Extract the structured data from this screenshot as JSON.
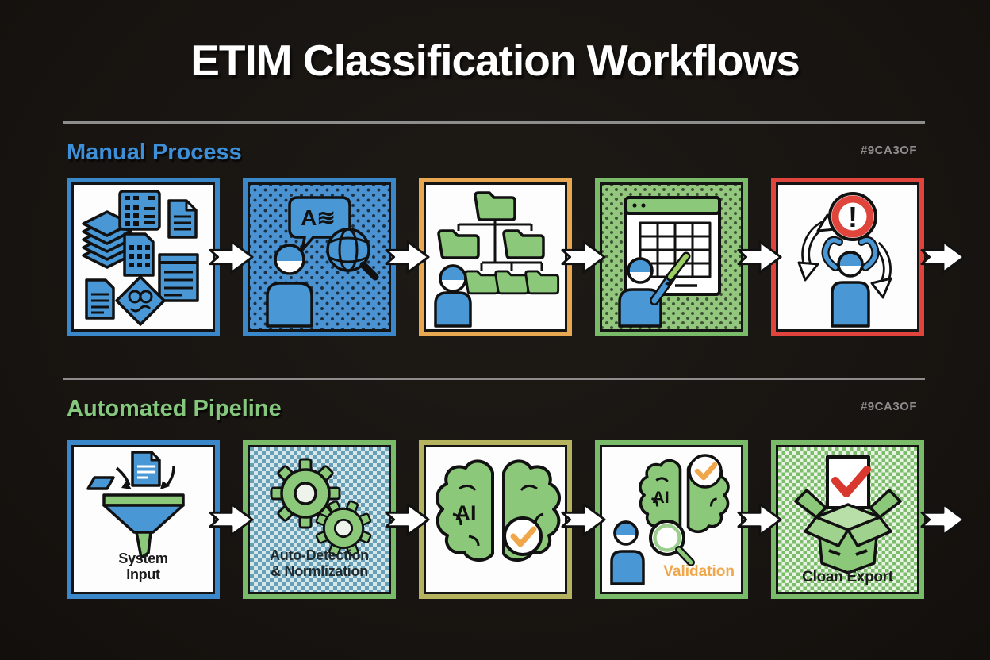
{
  "page": {
    "title": "ETIM Classification Workflows"
  },
  "colors": {
    "background": "#171310",
    "divider_gray": "#8D8D8D",
    "manual_heading_blue": "#3D8FD8",
    "automated_heading_green": "#85C77C",
    "border_blue": "#3A87C9",
    "border_orange": "#E8A851",
    "border_green": "#79BB68",
    "border_red": "#E0443C",
    "border_olive": "#B6B35F",
    "icon_blue": "#4A97D6",
    "icon_green": "#8CC87A",
    "validation_orange": "#F0A64A",
    "check_red": "#D9382E",
    "alert_red": "#E0453C"
  },
  "manual": {
    "heading": "Manual Process",
    "code_label": "#9CA3OF",
    "steps": [
      {
        "name": "scattered-source-documents",
        "icon": "scattered-documents-icon"
      },
      {
        "name": "manual-translation-lookup",
        "icon": "person-translate-globe-icon",
        "bubble_text": "A≋"
      },
      {
        "name": "manual-folder-classification",
        "icon": "folder-hierarchy-icon"
      },
      {
        "name": "manual-spreadsheet-entry",
        "icon": "person-writing-grid-icon"
      },
      {
        "name": "error-rework-loop",
        "icon": "frustrated-person-alert-icon",
        "alert_glyph": "!"
      }
    ]
  },
  "automated": {
    "heading": "Automated Pipeline",
    "code_label": "#9CA3OF",
    "steps": [
      {
        "name": "system-input",
        "icon": "funnel-intake-icon",
        "label_line1": "System",
        "label_line2": "Input"
      },
      {
        "name": "auto-detection-normalization",
        "icon": "gears-icon",
        "label_line1": "Auto-Detection",
        "label_line2": "& Normlization"
      },
      {
        "name": "ai-classification",
        "icon": "ai-brain-check-icon",
        "brain_text": "AI"
      },
      {
        "name": "human-validation",
        "icon": "person-magnifier-brain-icon",
        "brain_text": "AI",
        "label": "Validation"
      },
      {
        "name": "clean-export",
        "icon": "open-box-check-icon",
        "label": "Cloan Export"
      }
    ]
  }
}
